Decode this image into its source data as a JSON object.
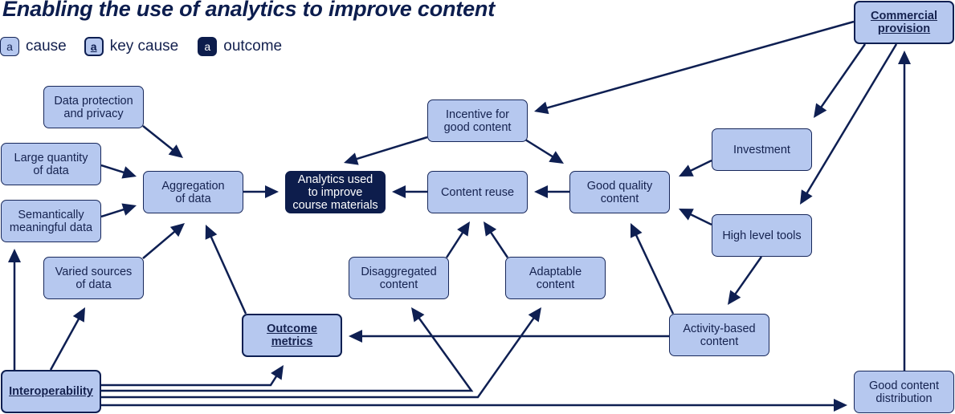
{
  "title": "Enabling the use of analytics to improve content",
  "legend": {
    "swatch_letter": "a",
    "cause": "cause",
    "key_cause": "key cause",
    "outcome": "outcome"
  },
  "colors": {
    "cause_fill": "#b6c8ef",
    "outcome_fill": "#0d1d4c",
    "stroke": "#0e1f52"
  },
  "nodes": {
    "data_protection": {
      "label": "Data protection\nand privacy",
      "type": "cause"
    },
    "large_quantity": {
      "label": "Large quantity\nof data",
      "type": "cause"
    },
    "semantically": {
      "label": "Semantically\nmeaningful data",
      "type": "cause"
    },
    "varied_sources": {
      "label": "Varied sources\nof data",
      "type": "cause"
    },
    "interoperability": {
      "label": "Interoperability",
      "type": "key"
    },
    "aggregation": {
      "label": "Aggregation\nof data",
      "type": "cause"
    },
    "outcome_metrics": {
      "label": "Outcome\nmetrics",
      "type": "key"
    },
    "analytics": {
      "label": "Analytics used\nto improve\ncourse materials",
      "type": "outcome"
    },
    "incentive": {
      "label": "Incentive for\ngood content",
      "type": "cause"
    },
    "content_reuse": {
      "label": "Content reuse",
      "type": "cause"
    },
    "disaggregated": {
      "label": "Disaggregated\ncontent",
      "type": "cause"
    },
    "adaptable": {
      "label": "Adaptable\ncontent",
      "type": "cause"
    },
    "good_quality": {
      "label": "Good quality\ncontent",
      "type": "cause"
    },
    "investment": {
      "label": "Investment",
      "type": "cause"
    },
    "high_level_tools": {
      "label": "High level tools",
      "type": "cause"
    },
    "activity_based": {
      "label": "Activity-based\ncontent",
      "type": "cause"
    },
    "commercial": {
      "label": "Commercial\nprovision",
      "type": "key"
    },
    "distribution": {
      "label": "Good content\ndistribution",
      "type": "cause"
    }
  },
  "edges": [
    {
      "from": "data_protection",
      "to": "aggregation"
    },
    {
      "from": "large_quantity",
      "to": "aggregation"
    },
    {
      "from": "semantically",
      "to": "aggregation"
    },
    {
      "from": "varied_sources",
      "to": "aggregation"
    },
    {
      "from": "outcome_metrics",
      "to": "aggregation"
    },
    {
      "from": "aggregation",
      "to": "analytics"
    },
    {
      "from": "incentive",
      "to": "analytics"
    },
    {
      "from": "incentive",
      "to": "good_quality"
    },
    {
      "from": "content_reuse",
      "to": "analytics"
    },
    {
      "from": "good_quality",
      "to": "content_reuse"
    },
    {
      "from": "disaggregated",
      "to": "content_reuse"
    },
    {
      "from": "adaptable",
      "to": "content_reuse"
    },
    {
      "from": "investment",
      "to": "good_quality"
    },
    {
      "from": "high_level_tools",
      "to": "good_quality"
    },
    {
      "from": "activity_based",
      "to": "good_quality"
    },
    {
      "from": "activity_based",
      "to": "outcome_metrics"
    },
    {
      "from": "high_level_tools",
      "to": "activity_based"
    },
    {
      "from": "commercial",
      "to": "incentive"
    },
    {
      "from": "commercial",
      "to": "investment"
    },
    {
      "from": "commercial",
      "to": "high_level_tools"
    },
    {
      "from": "distribution",
      "to": "commercial"
    },
    {
      "from": "interoperability",
      "to": "semantically"
    },
    {
      "from": "interoperability",
      "to": "varied_sources"
    },
    {
      "from": "interoperability",
      "to": "outcome_metrics"
    },
    {
      "from": "interoperability",
      "to": "disaggregated"
    },
    {
      "from": "interoperability",
      "to": "adaptable"
    },
    {
      "from": "interoperability",
      "to": "distribution"
    }
  ]
}
